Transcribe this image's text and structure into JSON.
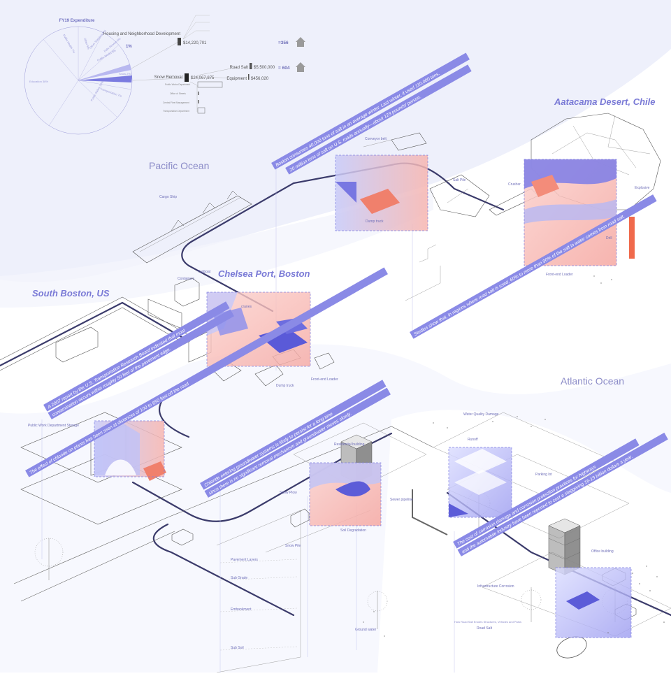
{
  "budget": {
    "pie_title": "FY19 Expenditure",
    "pie_labels": [
      "Education 38%",
      "Public Safety 23%",
      "Public Health 7%",
      "Other 5%",
      "Snow 2%",
      "Public Works 8%",
      "Transportation 7%",
      "Other Statutory 5%",
      "Debt Service 5%"
    ],
    "percent": "1%",
    "housing_label": "Housing and Neighborhood Development",
    "housing_value": "$14,220,701",
    "housing_equals": "=356",
    "snow_label": "Snow Removal",
    "snow_value": "$24,067,875",
    "road_salt_label": "Road Salt",
    "road_salt_value": "$5,500,000",
    "equipment_label": "Equipment",
    "equipment_value": "$456,020",
    "snow_equals": "= 604",
    "small_rows": [
      "Public Works Department",
      "Office of Streets",
      "Central Fleet Management",
      "Transportation Department"
    ]
  },
  "regions": {
    "atacama": "Aatacama Desert, Chile",
    "chelsea": "Chelsea Port, Boston",
    "south_boston": "South Boston, US",
    "pacific": "Pacific Ocean",
    "atlantic": "Atlantic Ocean"
  },
  "bands": {
    "boston_1": "Boston consumes 40,000 tons of salt in an average winter. Last winter, it used 110,000 tons.",
    "boston_2": "20 million tons of salt on U.S. roads annually—about 123 pounds/ person.",
    "studies": "Studies show that, in regions where road salt is used, 60% to more than 90% of the salt in water comes from road salt.",
    "report_1": "A 2007 report by the U.S. Transportation Research Board indicated that most",
    "report_2": "contamination occurs within roughly 50 feet of the pavement edge.",
    "plants_1": "The effect of chloride on plants has been seen at distances of 100 to 650 feet off the road",
    "chloride_1": "Chloride entering groundwater systems is likely to persist for a long time",
    "chloride_2": "since there is no significant removal mechanism and groundwater moves slowly.",
    "corrosion_1": "The cost of corrosion damage and corrosion protection practices for highways",
    "corrosion_2": "and the automobile industry have been reported to cost a staggering 16-19 billion dollars a year."
  },
  "labels": {
    "conveyor": "Conveyor belt",
    "salt_pile": "Salt Pile",
    "crusher": "Crusher",
    "explosive": "Explosive",
    "drill": "Drill",
    "front_end_loader_1": "Front-end Loader",
    "cargo_ship": "Cargo Ship",
    "tugboat": "Tugboat",
    "containers": "Containers",
    "cranes": "cranes",
    "dump_truck_1": "Dump truck",
    "dump_truck_2": "Dump truck",
    "front_end_loader_2": "Front-end Loader",
    "pwd_storage": "Public Work Department Storage",
    "residential": "Residential building",
    "snow_plow": "Snow Plow",
    "snow_pile": "Snow Pile",
    "soil_degradation": "Soil Degradation",
    "sewer": "Sewer pipeline",
    "pavement_layers": "Pavement Layers",
    "sub_grade": "Sub Grade",
    "embankment": "Embankment",
    "sub_soil": "Sub Soil",
    "ground_water": "Ground water",
    "water_quality": "Water Quality Damage",
    "runoff": "Runoff",
    "parking": "Parking lot",
    "office": "Office building",
    "infrastructure": "Infrastructure Corrosion",
    "how_salt": "How Road Salt Erodes Structures, Vehicles and Parks",
    "road_salt": "Road Salt"
  },
  "colors": {
    "accent": "#8080e0",
    "band": "#8a8ae6",
    "salmon": "#f7a6a0",
    "sky": "#eef0fb"
  }
}
